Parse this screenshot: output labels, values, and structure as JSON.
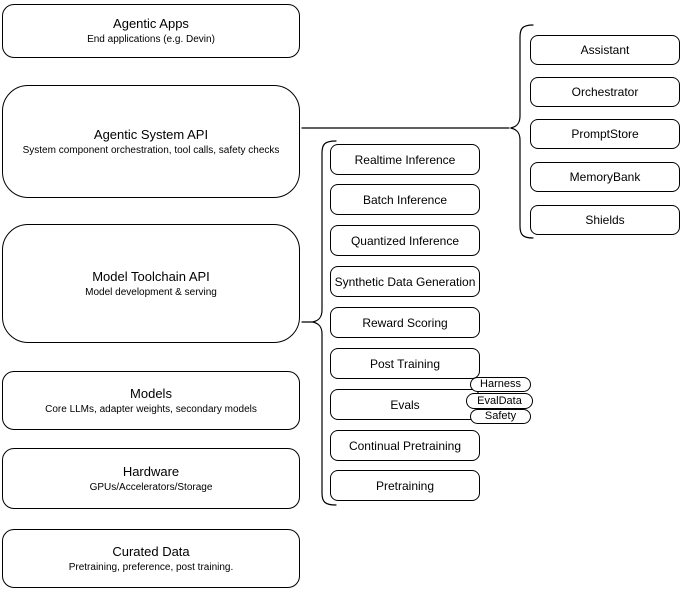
{
  "diagram": {
    "colors": {
      "stroke": "#000000",
      "background": "#ffffff",
      "text": "#000000"
    },
    "stack_boxes": [
      {
        "title": "Agentic Apps",
        "subtitle": "End applications (e.g. Devin)"
      },
      {
        "title": "Agentic System API",
        "subtitle": "System component orchestration, tool calls, safety checks"
      },
      {
        "title": "Model Toolchain API",
        "subtitle": "Model development & serving"
      },
      {
        "title": "Models",
        "subtitle": "Core LLMs, adapter weights, secondary models"
      },
      {
        "title": "Hardware",
        "subtitle": "GPUs/Accelerators/Storage"
      },
      {
        "title": "Curated Data",
        "subtitle": "Pretraining, preference, post training."
      }
    ],
    "toolchain_items": [
      {
        "label": "Realtime Inference"
      },
      {
        "label": "Batch Inference"
      },
      {
        "label": "Quantized Inference"
      },
      {
        "label": "Synthetic Data Generation"
      },
      {
        "label": "Reward Scoring"
      },
      {
        "label": "Post Training"
      },
      {
        "label": "Evals"
      },
      {
        "label": "Continual Pretraining"
      },
      {
        "label": "Pretraining"
      }
    ],
    "system_components": [
      {
        "label": "Assistant"
      },
      {
        "label": "Orchestrator"
      },
      {
        "label": "PromptStore"
      },
      {
        "label": "MemoryBank"
      },
      {
        "label": "Shields"
      }
    ],
    "eval_tags": [
      {
        "label": "Harness"
      },
      {
        "label": "EvalData"
      },
      {
        "label": "Safety"
      }
    ]
  }
}
